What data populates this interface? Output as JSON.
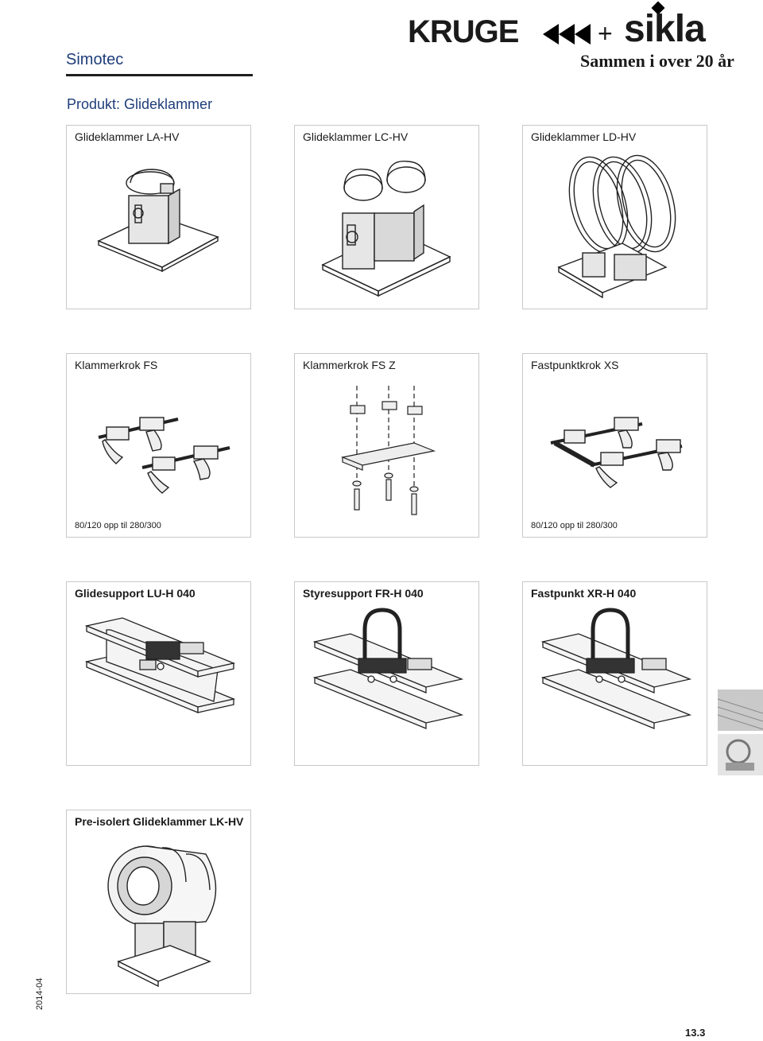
{
  "header": {
    "brand_left": "Simotec",
    "logo_kruge": "KRUGE",
    "logo_plus": "+",
    "logo_sikla": "sikla",
    "slogan": "Sammen i over 20 år"
  },
  "page_title": "Produkt: Glideklammer",
  "products": [
    {
      "title": "Glideklammer LA-HV",
      "note": "",
      "icon": "pipe-clamp-slide-icon"
    },
    {
      "title": "Glideklammer LC-HV",
      "note": "",
      "icon": "double-pipe-clamp-slide-icon"
    },
    {
      "title": "Glideklammer LD-HV",
      "note": "",
      "icon": "large-pipe-clamp-icon"
    },
    {
      "title": "Klammerkrok  FS",
      "note": "80/120 opp til 280/300",
      "icon": "clamp-hook-icon"
    },
    {
      "title": "Klammerkrok  FS Z",
      "note": "",
      "icon": "clamp-hook-exploded-icon"
    },
    {
      "title": "Fastpunktkrok  XS",
      "note": "80/120 opp til 280/300",
      "icon": "fixed-point-hook-icon"
    },
    {
      "title": "Glidesupport LU-H 040",
      "note": "",
      "icon": "beam-slide-support-icon"
    },
    {
      "title": "Styresupport FR-H 040",
      "note": "",
      "icon": "beam-guide-support-icon"
    },
    {
      "title": "Fastpunkt XR-H 040",
      "note": "",
      "icon": "beam-fixed-point-icon"
    },
    {
      "title": "Pre-isolert Glideklammer LK-HV",
      "note": "",
      "icon": "insulated-pipe-clamp-icon"
    }
  ],
  "footer": {
    "date": "2014-04",
    "page_number": "13.3"
  },
  "colors": {
    "accent": "#1f3d7a",
    "border": "#c8c8c8"
  }
}
